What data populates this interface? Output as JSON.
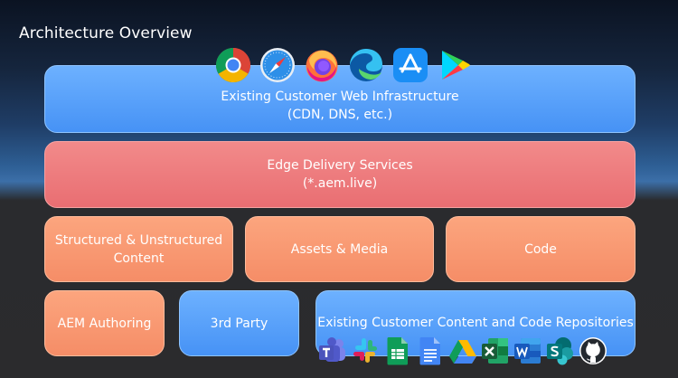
{
  "title": "Architecture Overview",
  "layers": {
    "infrastructure": {
      "line1": "Existing Customer Web Infrastructure",
      "line2": "(CDN, DNS, etc.)"
    },
    "edge": {
      "line1": "Edge Delivery Services",
      "line2": "(*.aem.live)"
    },
    "content": {
      "line1": "Structured & Unstructured",
      "line2": "Content"
    },
    "assets": {
      "label": "Assets & Media"
    },
    "code": {
      "label": "Code"
    },
    "authoring": {
      "label": "AEM Authoring"
    },
    "third_party": {
      "label": "3rd Party"
    },
    "repositories": {
      "label": "Existing Customer Content and Code Repositories"
    }
  },
  "browser_icons": [
    "chrome-icon",
    "safari-icon",
    "firefox-icon",
    "edge-icon",
    "app-store-icon",
    "google-play-icon"
  ],
  "tool_icons": [
    "teams-icon",
    "slack-icon",
    "google-sheets-icon",
    "google-docs-icon",
    "google-drive-icon",
    "excel-icon",
    "word-icon",
    "sharepoint-icon",
    "github-icon"
  ],
  "colors": {
    "blue_box": "#4e9bf8",
    "red_box": "#ec7679",
    "orange_box": "#f8976f",
    "background_dark": "#2b2b2d"
  }
}
